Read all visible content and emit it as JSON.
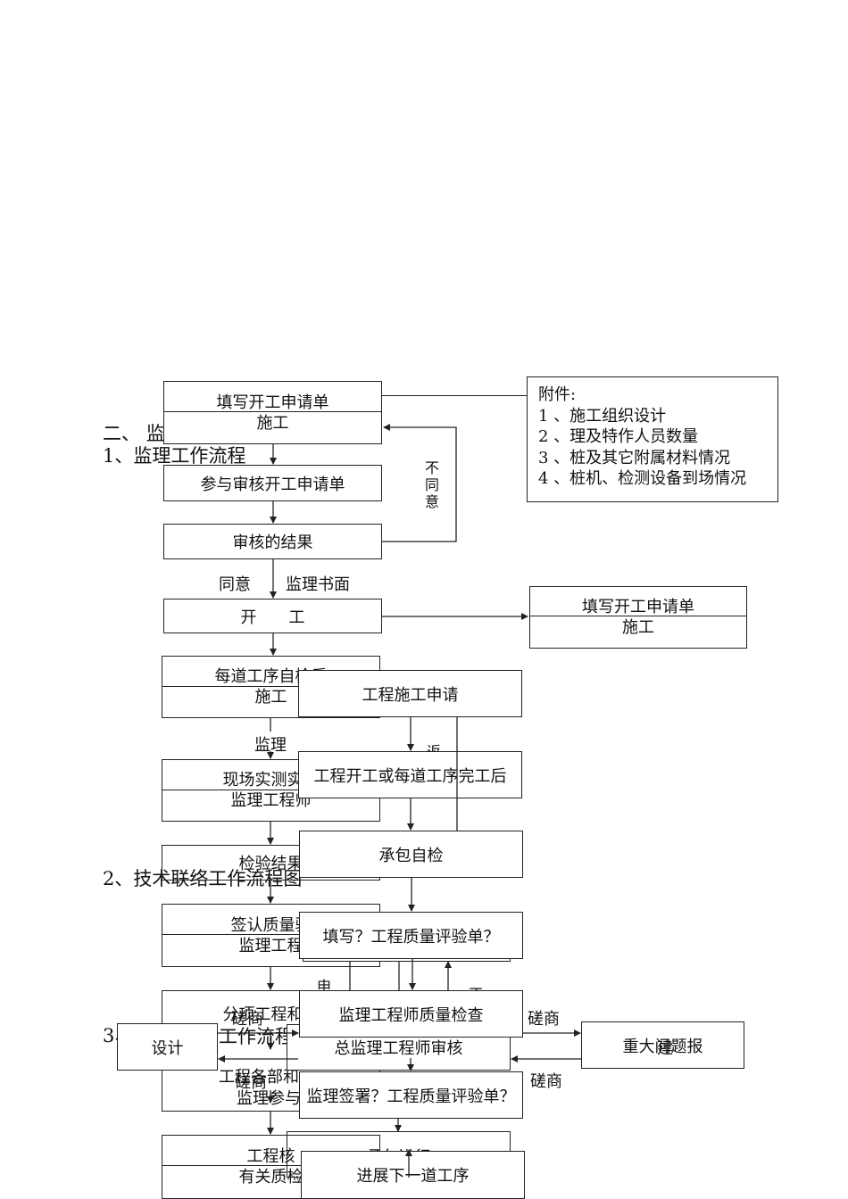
{
  "headings": {
    "section_two": "二、 监",
    "flow1_title": "1、监理工作流程",
    "flow2_title": "2、技术联络工作流程图",
    "flow3_prefix": "3、",
    "flow3_title_fragment": "工作流程"
  },
  "flow1": {
    "box_apply_line1": "填写开工申请单",
    "box_apply_line2": "施工",
    "box_review": "参与审核开工申请单",
    "box_result": "审核的结果",
    "label_disagree": [
      "不",
      "同",
      "意"
    ],
    "label_agree": "同意",
    "label_written": "监理书面",
    "box_start": "开　　工",
    "box_selfcheck_line1": "每道工序自检后",
    "box_selfcheck_line2": "施工",
    "label_supervise": "监理",
    "box_measure_line1": "现场实测实量",
    "box_measure_line2": "监理工程师",
    "box_inspect": "检验结果",
    "box_sign_line1": "签认质量验",
    "box_sign_line2": "监理工程",
    "box_subitem": "分项工程和工",
    "box_participate": "监理参与",
    "box_acceptance_line1": "工程核",
    "box_acceptance_line2": "有关质检"
  },
  "attachment": {
    "title": "附件:",
    "items": [
      "1 、施工组织设计",
      "2 、理及特作人员数量",
      "3 、桩及其它附属材料情况",
      "4 、桩机、检测设备到场情况"
    ]
  },
  "right_apply": {
    "line1": "填写开工申请单",
    "line2": "施工"
  },
  "flow2": {
    "box_construction_apply": "工程施工申请",
    "label_return": "返",
    "box_after_process": "工程开工或每道工序完工后",
    "box_contractor_check": "承包自检",
    "box_fill_form": "填写？工程质量评验单？",
    "label_apply": "申",
    "label_no": "不",
    "box_engineer_check": "监理工程师质量检查",
    "label_consult_left_top": "磋商",
    "label_consult_left_bottom": "磋商",
    "label_consult_right_top": "磋商",
    "label_consult_right_bottom": "磋商",
    "box_design": "设计",
    "box_chief_review": "总监理工程师审核",
    "box_major_issue": "重大问题报",
    "box_major_issue_overlap": "建",
    "box_supervisor_sign": "监理签署？工程质量评验单？",
    "box_contractor_proceed": "承包进行",
    "box_next_process": "进展下一道工序",
    "text_partial": "工程各部和"
  }
}
